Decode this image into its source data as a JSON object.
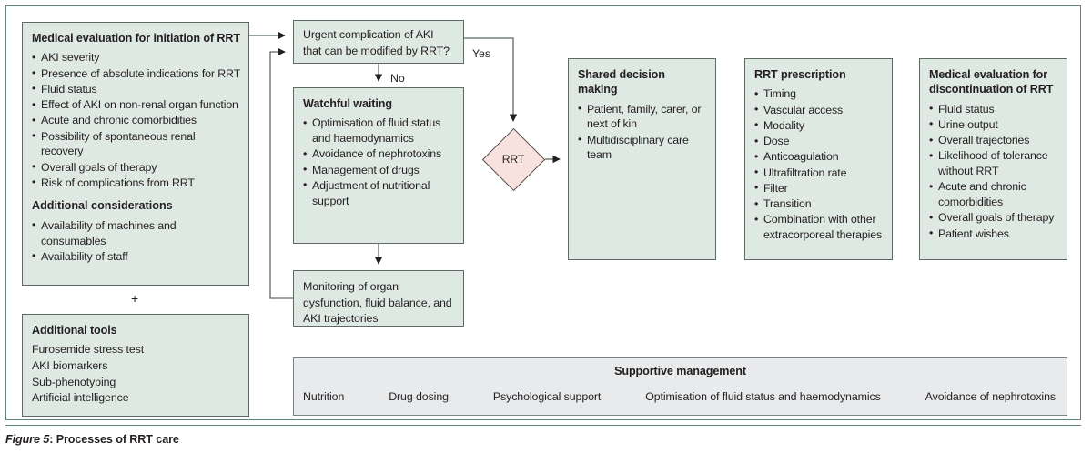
{
  "figure": {
    "number_label": "Figure 5",
    "colon": ":",
    "title": "Processes of RRT care",
    "colors": {
      "box_fill_green": "#dee9e3",
      "box_fill_gray": "#e8eaec",
      "diamond_fill_pink": "#f8e2de",
      "frame_border": "#5d8a78",
      "box_border": "#5e6a63",
      "text": "#231f20"
    }
  },
  "boxes": {
    "medical_evaluation_initiation": {
      "title": "Medical evaluation for initiation of RRT",
      "bullets": [
        "AKI severity",
        "Presence of absolute indications for RRT",
        "Fluid status",
        "Effect of AKI on non-renal organ function",
        "Acute and chronic comorbidities",
        "Possibility of spontaneous renal recovery",
        "Overall goals of therapy",
        "Risk of complications from RRT"
      ],
      "subtitle": "Additional considerations",
      "subtitle_bullets": [
        "Availability of machines and consumables",
        "Availability of staff"
      ]
    },
    "additional_tools": {
      "title": "Additional tools",
      "lines": [
        "Furosemide stress test",
        "AKI biomarkers",
        "Sub-phenotyping",
        "Artificial intelligence"
      ]
    },
    "urgent_complication": {
      "text": "Urgent complication of AKI that can be modified by RRT?"
    },
    "watchful_waiting": {
      "title": "Watchful waiting",
      "bullets": [
        "Optimisation of fluid status and haemodynamics",
        "Avoidance of nephrotoxins",
        "Management of drugs",
        "Adjustment of nutritional support"
      ]
    },
    "monitoring": {
      "text": "Monitoring of organ dysfunction, fluid balance, and AKI trajectories"
    },
    "rrt_decision": {
      "label": "RRT"
    },
    "shared_decision_making": {
      "title": "Shared decision making",
      "bullets": [
        "Patient, family, carer, or next of kin",
        "Multidisciplinary care team"
      ]
    },
    "rrt_prescription": {
      "title": "RRT prescription",
      "bullets": [
        "Timing",
        "Vascular access",
        "Modality",
        "Dose",
        "Anticoagulation",
        "Ultrafiltration rate",
        "Filter",
        "Transition",
        "Combination with other extracorporeal therapies"
      ]
    },
    "medical_evaluation_discontinuation": {
      "title": "Medical evaluation for discontinuation of RRT",
      "bullets": [
        "Fluid status",
        "Urine output",
        "Overall trajectories",
        "Likelihood of tolerance without RRT",
        "Acute and chronic comorbidities",
        "Overall goals of therapy",
        "Patient wishes"
      ]
    },
    "supportive_management": {
      "title": "Supportive management",
      "items": [
        "Nutrition",
        "Drug dosing",
        "Psychological support",
        "Optimisation of fluid status and haemodynamics",
        "Avoidance of nephrotoxins"
      ]
    }
  },
  "connectors": {
    "yes_label": "Yes",
    "no_label": "No",
    "plus_label": "+"
  }
}
